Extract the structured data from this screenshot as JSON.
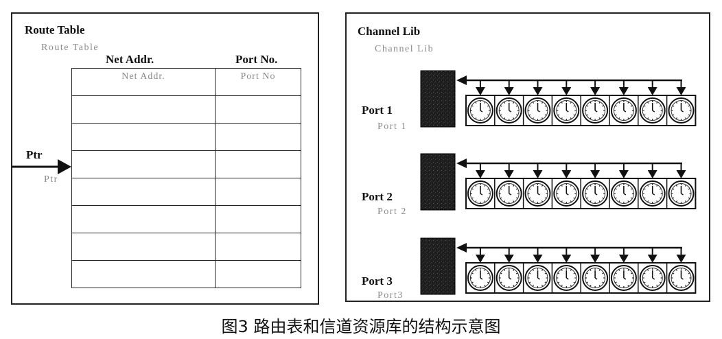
{
  "route_table": {
    "title": "Route Table",
    "title_ghost": "Route Table",
    "col_net_addr": "Net Addr.",
    "col_port_no": "Port No.",
    "col_net_addr_ghost": "Net Addr.",
    "col_port_no_ghost": "Port No",
    "row_count": 8,
    "pointer_label": "Ptr",
    "pointer_label_ghost": "Ptr"
  },
  "channel_lib": {
    "title": "Channel Lib",
    "title_ghost": "Channel Lib",
    "ports": [
      {
        "label": "Port 1",
        "ghost": "Port 1"
      },
      {
        "label": "Port 2",
        "ghost": "Port 2"
      },
      {
        "label": "Port 3",
        "ghost": "Port3"
      }
    ],
    "channels_per_port": 8
  },
  "caption": "图3 路由表和信道资源库的结构示意图"
}
